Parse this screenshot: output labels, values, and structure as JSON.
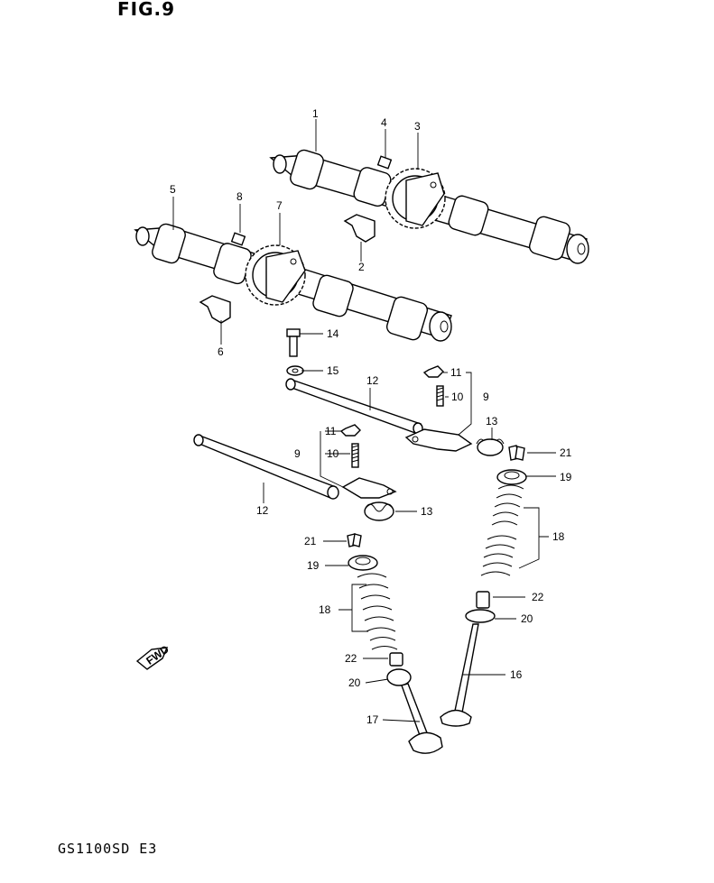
{
  "figure": {
    "title": "FIG.9",
    "model_code": "GS1100SD  E3"
  },
  "fwd_label": "FWD",
  "parts": [
    {
      "id": "p1",
      "label": "1"
    },
    {
      "id": "p4",
      "label": "4"
    },
    {
      "id": "p3",
      "label": "3"
    },
    {
      "id": "p5",
      "label": "5"
    },
    {
      "id": "p8",
      "label": "8"
    },
    {
      "id": "p7",
      "label": "7"
    },
    {
      "id": "p2",
      "label": "2"
    },
    {
      "id": "p6",
      "label": "6"
    },
    {
      "id": "p14",
      "label": "14"
    },
    {
      "id": "p15",
      "label": "15"
    },
    {
      "id": "p12a",
      "label": "12"
    },
    {
      "id": "p11a",
      "label": "11"
    },
    {
      "id": "p10a",
      "label": "10"
    },
    {
      "id": "p9a",
      "label": "9"
    },
    {
      "id": "p13a",
      "label": "13"
    },
    {
      "id": "p21a",
      "label": "21"
    },
    {
      "id": "p11b",
      "label": "11"
    },
    {
      "id": "p9b",
      "label": "9"
    },
    {
      "id": "p10b",
      "label": "10"
    },
    {
      "id": "p19a",
      "label": "19"
    },
    {
      "id": "p12b",
      "label": "12"
    },
    {
      "id": "p13b",
      "label": "13"
    },
    {
      "id": "p18a",
      "label": "18"
    },
    {
      "id": "p21b",
      "label": "21"
    },
    {
      "id": "p19b",
      "label": "19"
    },
    {
      "id": "p22a",
      "label": "22"
    },
    {
      "id": "p18b",
      "label": "18"
    },
    {
      "id": "p20a",
      "label": "20"
    },
    {
      "id": "p22b",
      "label": "22"
    },
    {
      "id": "p16",
      "label": "16"
    },
    {
      "id": "p20b",
      "label": "20"
    },
    {
      "id": "p17",
      "label": "17"
    }
  ]
}
